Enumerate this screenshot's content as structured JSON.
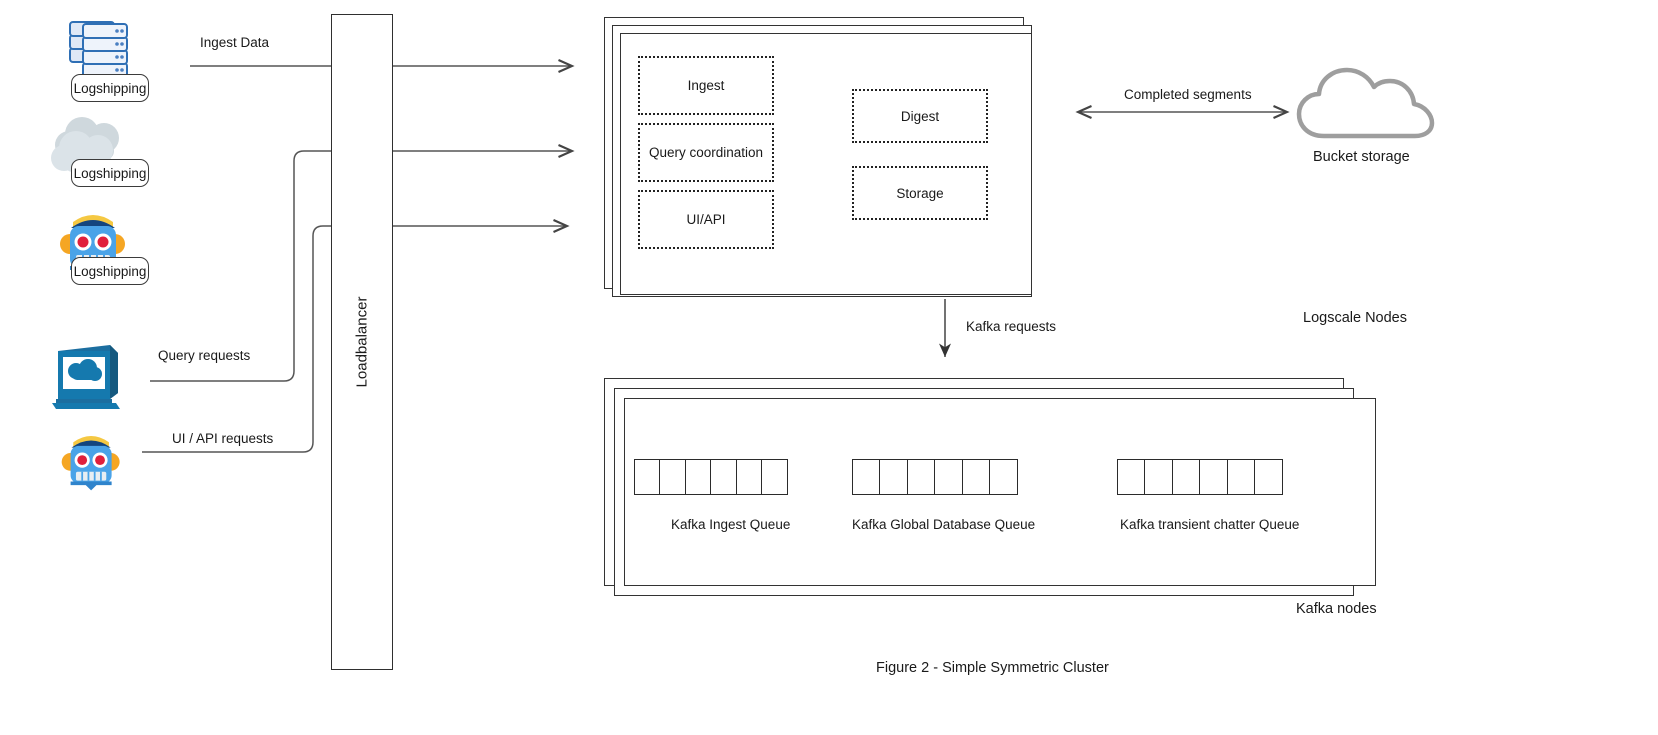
{
  "figure": {
    "caption": "Figure 2 - Simple Symmetric Cluster"
  },
  "sources": [
    {
      "icon": "server-stack-icon",
      "label": "Logshipping"
    },
    {
      "icon": "cloud-icon",
      "label": "Logshipping"
    },
    {
      "icon": "robot-icon",
      "label": "Logshipping"
    },
    {
      "icon": "desktop-computer-icon",
      "label": ""
    },
    {
      "icon": "robot-icon",
      "label": ""
    }
  ],
  "loadbalancer": {
    "label": "Loadbalancer"
  },
  "flows": [
    {
      "label": "Ingest Data"
    },
    {
      "label": "Query requests"
    },
    {
      "label": "UI / API requests"
    },
    {
      "label": "Completed segments"
    },
    {
      "label": "Kafka requests"
    }
  ],
  "logscale": {
    "group_label": "Logscale Nodes",
    "components_left": [
      {
        "label": "Ingest"
      },
      {
        "label": "Query coordination"
      },
      {
        "label": "UI/API"
      }
    ],
    "components_right": [
      {
        "label": "Digest"
      },
      {
        "label": "Storage"
      }
    ]
  },
  "bucket_storage": {
    "label": "Bucket storage",
    "icon": "cloud-outline-icon"
  },
  "kafka": {
    "group_label": "Kafka nodes",
    "queues": [
      {
        "label": "Kafka Ingest Queue",
        "cells": 6
      },
      {
        "label": "Kafka Global Database Queue",
        "cells": 6
      },
      {
        "label": "Kafka transient chatter Queue",
        "cells": 6
      }
    ]
  },
  "colors": {
    "line": "#555555",
    "box_border": "#333333",
    "dotted_border": "#222222",
    "cloud_gray": "#9e9e9e",
    "icon_blue": "#1a73c4",
    "icon_light_blue": "#4aa3e8",
    "icon_orange": "#f5a623",
    "icon_red": "#e0203c"
  }
}
